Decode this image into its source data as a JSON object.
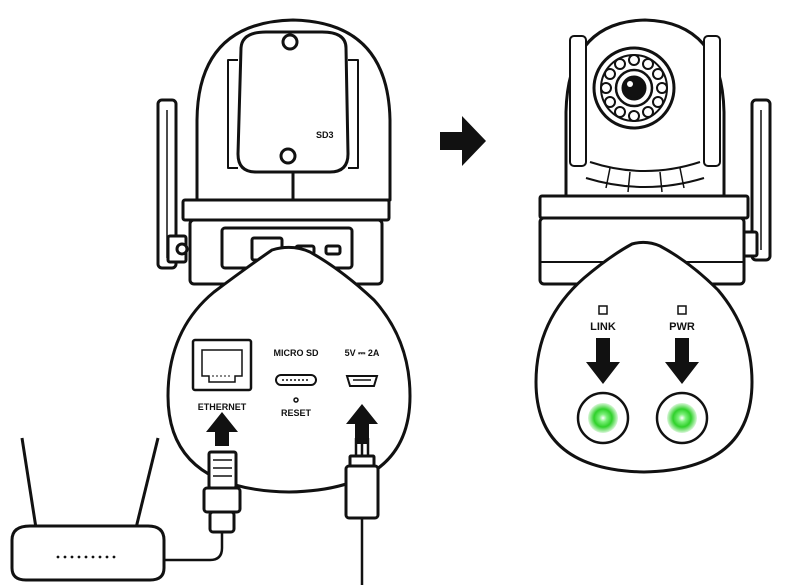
{
  "rear_panel": {
    "ethernet_label": "ETHERNET",
    "microsd_label": "MICRO SD",
    "reset_label": "RESET",
    "power_label": "5V ⎓ 2A"
  },
  "indicators": {
    "link_label": "LINK",
    "power_label": "PWR",
    "led_color": "#2fd12a"
  },
  "camera_badge": "SD3"
}
